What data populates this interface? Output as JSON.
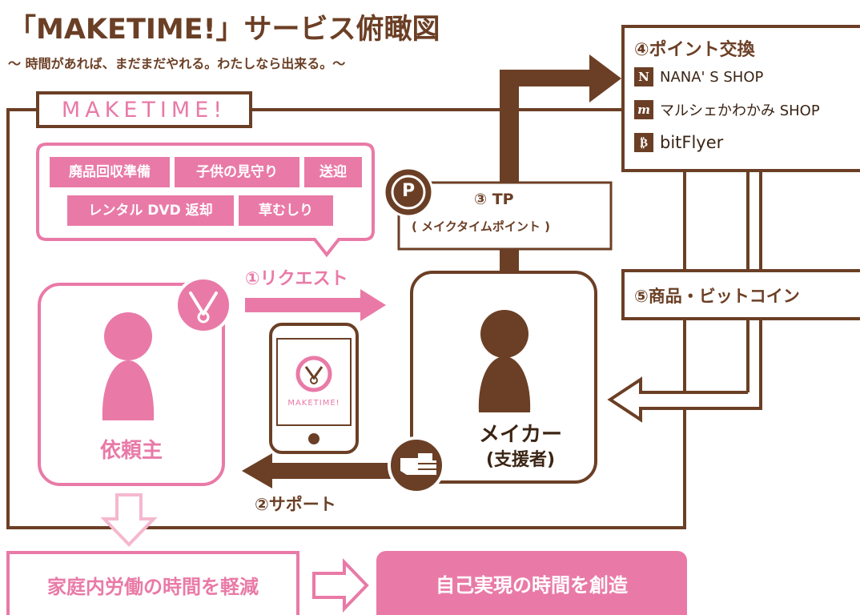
{
  "title": "「MAKETIME!」サービス俯瞰図",
  "subtitle": "〜 時間があれば、まだまだやれる。わたしなら出来る。〜",
  "logo_text": "MAKETIME!",
  "tasks": [
    "廃品回収準備",
    "子供の見守り",
    "送迎",
    "レンタル DVD 返却",
    "草むしり"
  ],
  "flow": {
    "request": "①リクエスト",
    "support": "②サポート",
    "tp_title": "③ TP",
    "tp_sub": "( メイクタイムポイント )",
    "exchange_title": "④ポイント交換",
    "goods": "⑤商品・ビットコイン"
  },
  "exchange_partners": [
    {
      "name": "NANA' S SHOP",
      "icon": "nanas-logo-icon",
      "mark": "N"
    },
    {
      "name": "マルシェかわかみ SHOP",
      "icon": "marche-logo-icon",
      "mark": "m"
    },
    {
      "name": "bitFlyer",
      "icon": "bitcoin-logo-icon",
      "mark": "₿"
    }
  ],
  "requester": "依頼主",
  "maker": "メイカー",
  "maker_sub": "(支援者)",
  "phone_logo": "MAKETIME!",
  "point_symbol": "P",
  "outcomes": {
    "left": "家庭内労働の時間を軽減",
    "right": "自己実現の時間を創造"
  },
  "colors": {
    "brown": "#6b3f25",
    "pink": "#e97aa7",
    "pink_light": "#f4b8cf"
  }
}
